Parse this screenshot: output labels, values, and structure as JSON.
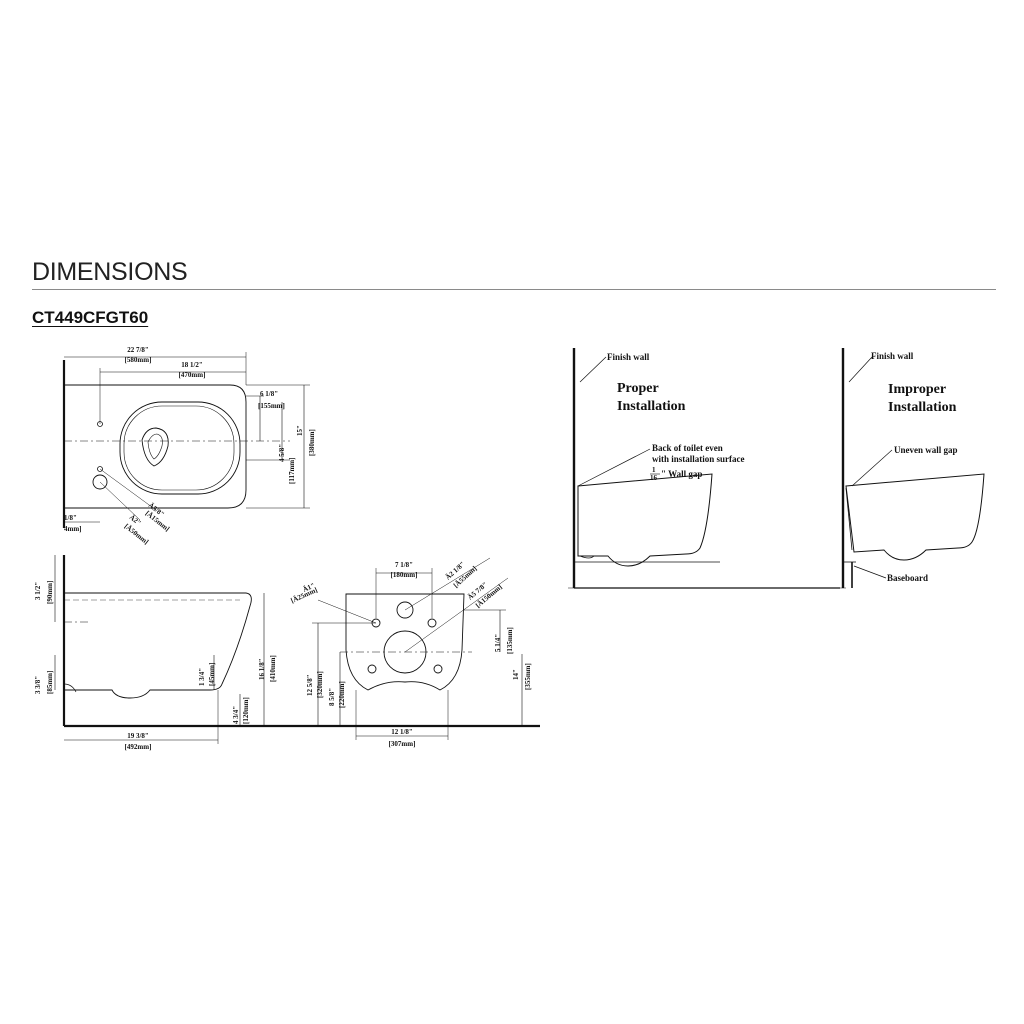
{
  "header": {
    "title": "DIMENSIONS",
    "model": "CT449CFGT60"
  },
  "top_view": {
    "overall_width_in": "22 7/8\"",
    "overall_width_mm": "[580mm]",
    "bowl_width_in": "18 1/2\"",
    "bowl_width_mm": "[470mm]",
    "front_offset_in": "6 1/8\"",
    "front_offset_mm": "[155mm]",
    "depth_in": "15\"",
    "depth_mm": "[380mm]",
    "side_offset_in": "4 5/8\"",
    "side_offset_mm": "[117mm]",
    "hole_dia_in": "Ä5/8\"",
    "hole_dia_mm": "[Ä15mm]",
    "pipe_dia_in": "Ä2\"",
    "pipe_dia_mm": "[Ä50mm]",
    "edge_in": "1/8\"",
    "edge_mm": "4mm]"
  },
  "side_view": {
    "top_in": "3 1/2\"",
    "top_mm": "[90mm]",
    "bottom_in": "3 3/8\"",
    "bottom_mm": "[85mm]",
    "mid_in": "1 3/4\"",
    "mid_mm": "[45mm]",
    "height_in": "16 1/8\"",
    "height_mm": "[410mm]",
    "floor_in": "4 3/4\"",
    "floor_mm": "[120mm]",
    "length_in": "19 3/8\"",
    "length_mm": "[492mm]"
  },
  "back_view": {
    "bolt_hole_in": "Ä1\"",
    "bolt_hole_mm": "[Ä25mm]",
    "spacing_in": "7 1/8\"",
    "spacing_mm": "[180mm]",
    "center_hole_in": "Ä2 1/8\"",
    "center_hole_mm": "[Ä55mm]",
    "outlet_in": "Ä5 7/8\"",
    "outlet_mm": "[Ä150mm]",
    "left_in": "12 5/8\"",
    "left_mm": "[320mm]",
    "left2_in": "8 5/8\"",
    "left2_mm": "[220mm]",
    "right_in": "5 1/4\"",
    "right_mm": "[135mm]",
    "total_in": "14\"",
    "total_mm": "[355mm]",
    "width_in": "12 1/8\"",
    "width_mm": "[307mm]"
  },
  "install": {
    "proper": {
      "wall": "Finish wall",
      "title_1": "Proper",
      "title_2": "Installation",
      "note_1": "Back of toilet even",
      "note_2": "with installation surface",
      "frac_num": "1",
      "frac_den": "16",
      "gap": "\" Wall gap"
    },
    "improper": {
      "wall": "Finish wall",
      "title_1": "Improper",
      "title_2": "Installation",
      "note": "Uneven wall gap",
      "baseboard": "Baseboard"
    }
  }
}
